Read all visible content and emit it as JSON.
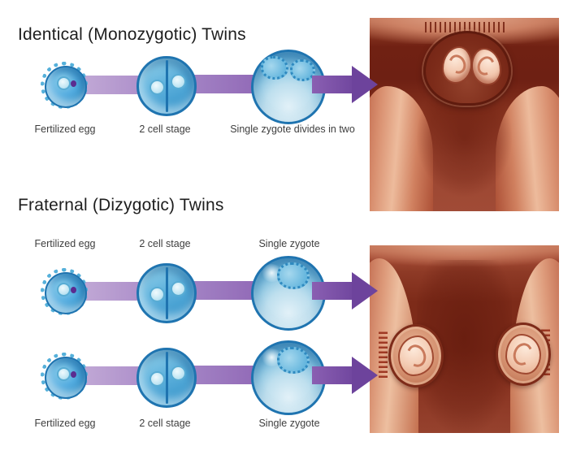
{
  "identical": {
    "title": "Identical (Monozygotic) Twins",
    "stage_labels": [
      "Fertilized egg",
      "2 cell stage",
      "Single zygote divides in two"
    ]
  },
  "fraternal": {
    "title": "Fraternal (Dizygotic) Twins",
    "top_stage_labels": [
      "Fertilized egg",
      "2 cell stage",
      "Single zygote"
    ],
    "bottom_stage_labels": [
      "Fertilized egg",
      "2 cell stage",
      "Single zygote"
    ]
  },
  "colors": {
    "background": "#ffffff",
    "title_text": "#1e1e1e",
    "label_text": "#3e3e3e",
    "cell_blue": "#3f98cc",
    "cell_outline": "#1f74b0",
    "connector_light_purple": "#b49ace",
    "connector_medium_purple": "#9a76bf",
    "arrow_purple": "#6d439c",
    "uterus_red": "#8e3a26",
    "uterus_wall_pink": "#edbb9c",
    "embryo_pink": "#f4ccb4"
  }
}
